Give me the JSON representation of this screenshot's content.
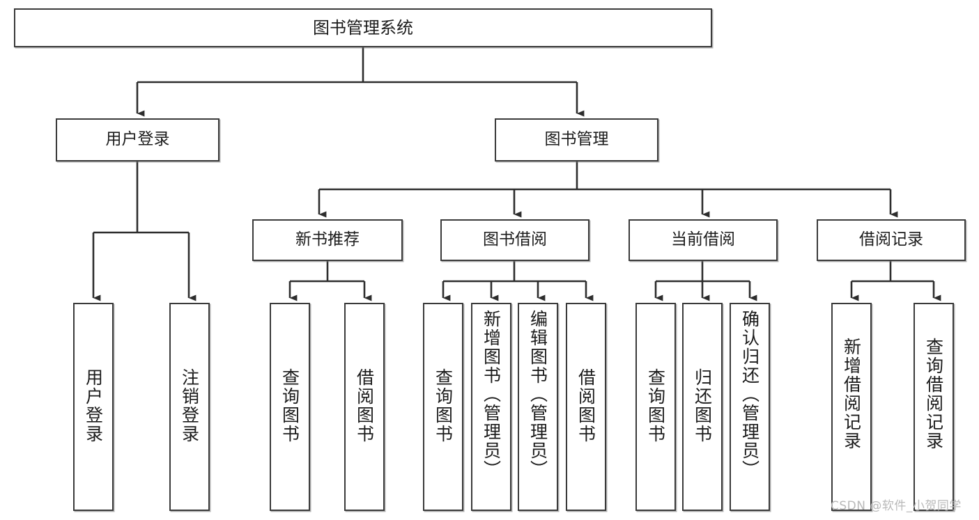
{
  "diagram": {
    "title_node": {
      "label": "图书管理系统"
    },
    "level2": [
      {
        "id": "user-login",
        "label": "用户登录"
      },
      {
        "id": "book-manage",
        "label": "图书管理"
      }
    ],
    "level3": [
      {
        "id": "new-book-rec",
        "label": "新书推荐"
      },
      {
        "id": "book-borrow",
        "label": "图书借阅"
      },
      {
        "id": "current-borrow",
        "label": "当前借阅"
      },
      {
        "id": "borrow-record",
        "label": "借阅记录"
      }
    ],
    "leaves": {
      "user_login": [
        {
          "id": "leaf-user-login",
          "label": "用户登录"
        },
        {
          "id": "leaf-logout",
          "label": "注销登录"
        }
      ],
      "new_book_rec": [
        {
          "id": "leaf-query-book-1",
          "label": "查询图书"
        },
        {
          "id": "leaf-borrow-book-1",
          "label": "借阅图书"
        }
      ],
      "book_borrow": [
        {
          "id": "leaf-query-book-2",
          "label": "查询图书"
        },
        {
          "id": "leaf-add-book",
          "label": "新增图书（管理员）"
        },
        {
          "id": "leaf-edit-book",
          "label": "编辑图书（管理员）"
        },
        {
          "id": "leaf-borrow-book-2",
          "label": "借阅图书"
        }
      ],
      "current_borrow": [
        {
          "id": "leaf-query-book-3",
          "label": "查询图书"
        },
        {
          "id": "leaf-return-book",
          "label": "归还图书"
        },
        {
          "id": "leaf-confirm-return",
          "label": "确认归还（管理员）"
        }
      ],
      "borrow_record": [
        {
          "id": "leaf-add-record",
          "label": "新增借阅记录"
        },
        {
          "id": "leaf-query-record",
          "label": "查询借阅记录"
        }
      ]
    },
    "watermark": {
      "text": "CSDN @软件_小贺同学"
    },
    "colors": {
      "stroke": "#3a3a3a",
      "fill": "#ffffff",
      "text": "#1b1b1b",
      "watermark": "#b9b9b9"
    }
  }
}
